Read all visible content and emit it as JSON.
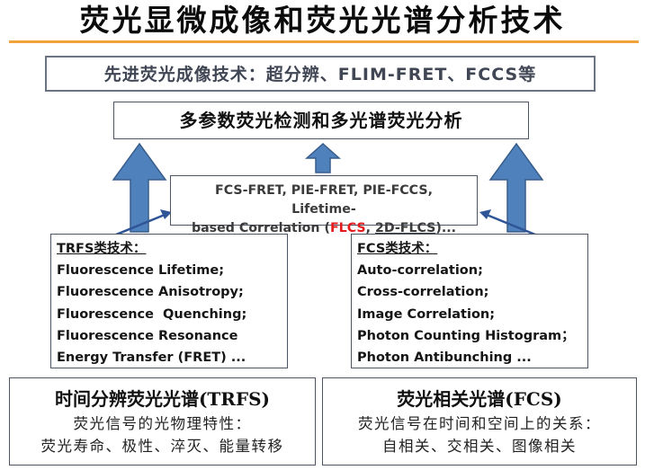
{
  "title": "荧光显微成像和荧光光谱分析技术",
  "advanced_box": "先进荧光成像技术：超分辨、FLIM-FRET、FCCS等",
  "multi_box": "多参数荧光检测和多光谱荧光分析",
  "center_box": {
    "line1": "FCS-FRET, PIE-FRET, PIE-FCCS, Lifetime-",
    "line2_prefix": "based Correlation (",
    "flcs": "FLCS",
    "comma": ", ",
    "flcs2d": "2D-FLCS",
    "line2_suffix": ")..."
  },
  "trfs_tech": {
    "heading": "TRFS类技术：",
    "items": [
      "Fluorescence Lifetime;",
      "Fluorescence Anisotropy;",
      "Fluorescence  Quenching;",
      "Fluorescence Resonance",
      "Energy Transfer (FRET) ..."
    ]
  },
  "fcs_tech": {
    "heading": "FCS类技术：",
    "items": [
      "Auto-correlation;",
      "Cross-correlation;",
      "Image Correlation;",
      "Photon Counting Histogram；",
      "Photon Antibunching ..."
    ]
  },
  "trfs_bottom": {
    "title": "时间分辨荧光光谱(TRFS)",
    "line1": "荧光信号的光物理特性：",
    "line2": "荧光寿命、极性、淬灭、能量转移"
  },
  "fcs_bottom": {
    "title": "荧光相关光谱(FCS)",
    "line1": "荧光信号在时间和空间上的关系：",
    "line2": "自相关、交相关、图像相关"
  },
  "colors": {
    "accent_rule": "#f2a23a",
    "arrow_fill": "#4f81bd",
    "arrow_stroke": "#385d8a",
    "highlight_red": "#e31b1b"
  }
}
